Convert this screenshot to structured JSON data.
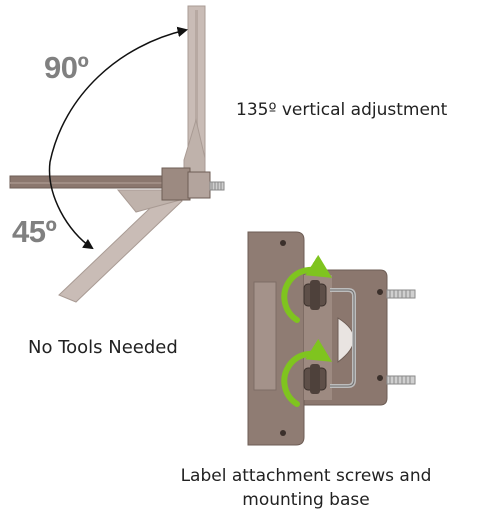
{
  "angles": {
    "upper": "90º",
    "lower": "45º"
  },
  "captions": {
    "vertical_adjustment": "135º vertical adjustment",
    "no_tools": "No Tools Needed",
    "label_attachment": "Label attachment screws and mounting base"
  },
  "icons": [
    "curved-double-arrow-icon",
    "clockwise-rotate-arrow-icon"
  ],
  "colors": {
    "bracket_main": "#8b776e",
    "bracket_faded": "#c9bcb6",
    "rotate_arrow": "#7fc41f",
    "degree_text": "#808080",
    "caption_text": "#222222"
  }
}
